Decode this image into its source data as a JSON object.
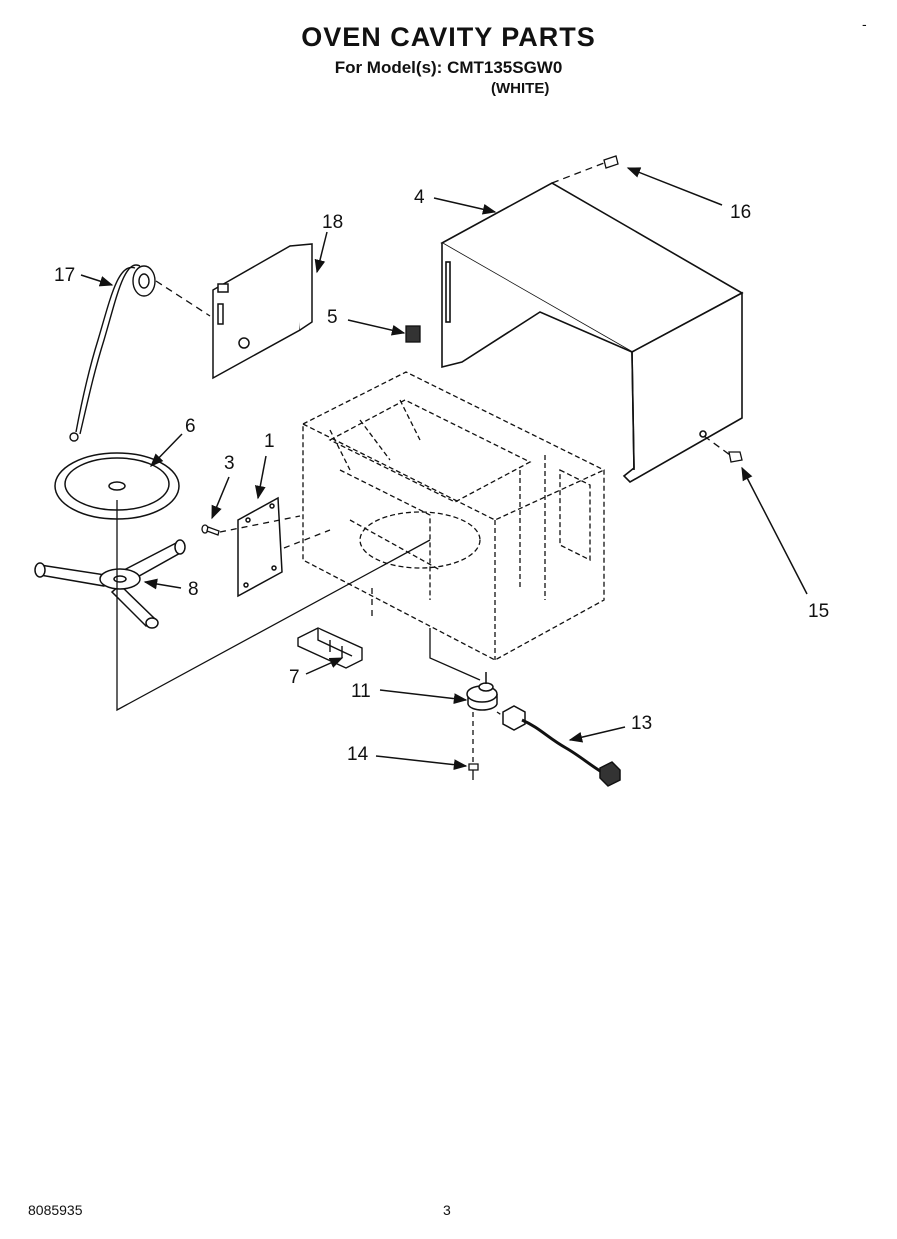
{
  "header": {
    "title": "OVEN CAVITY PARTS",
    "model_label": "For Model(s): CMT135SGW0",
    "color_label": "(WHITE)",
    "corner_mark": "-"
  },
  "parts": [
    {
      "id": "p1",
      "number": "1",
      "name": "cover-plate"
    },
    {
      "id": "p3",
      "number": "3",
      "name": "screw"
    },
    {
      "id": "p4",
      "number": "4",
      "name": "outer-cabinet"
    },
    {
      "id": "p5",
      "number": "5",
      "name": "clip"
    },
    {
      "id": "p6",
      "number": "6",
      "name": "turntable-tray"
    },
    {
      "id": "p7",
      "number": "7",
      "name": "bracket"
    },
    {
      "id": "p8",
      "number": "8",
      "name": "roller-support"
    },
    {
      "id": "p11",
      "number": "11",
      "name": "turntable-motor"
    },
    {
      "id": "p13",
      "number": "13",
      "name": "wire-harness"
    },
    {
      "id": "p14",
      "number": "14",
      "name": "screw"
    },
    {
      "id": "p15",
      "number": "15",
      "name": "screw"
    },
    {
      "id": "p16",
      "number": "16",
      "name": "screw"
    },
    {
      "id": "p17",
      "number": "17",
      "name": "lamp-socket"
    },
    {
      "id": "p18",
      "number": "18",
      "name": "waveguide-cover"
    }
  ],
  "footer": {
    "doc_number": "8085935",
    "page_number": "3"
  }
}
